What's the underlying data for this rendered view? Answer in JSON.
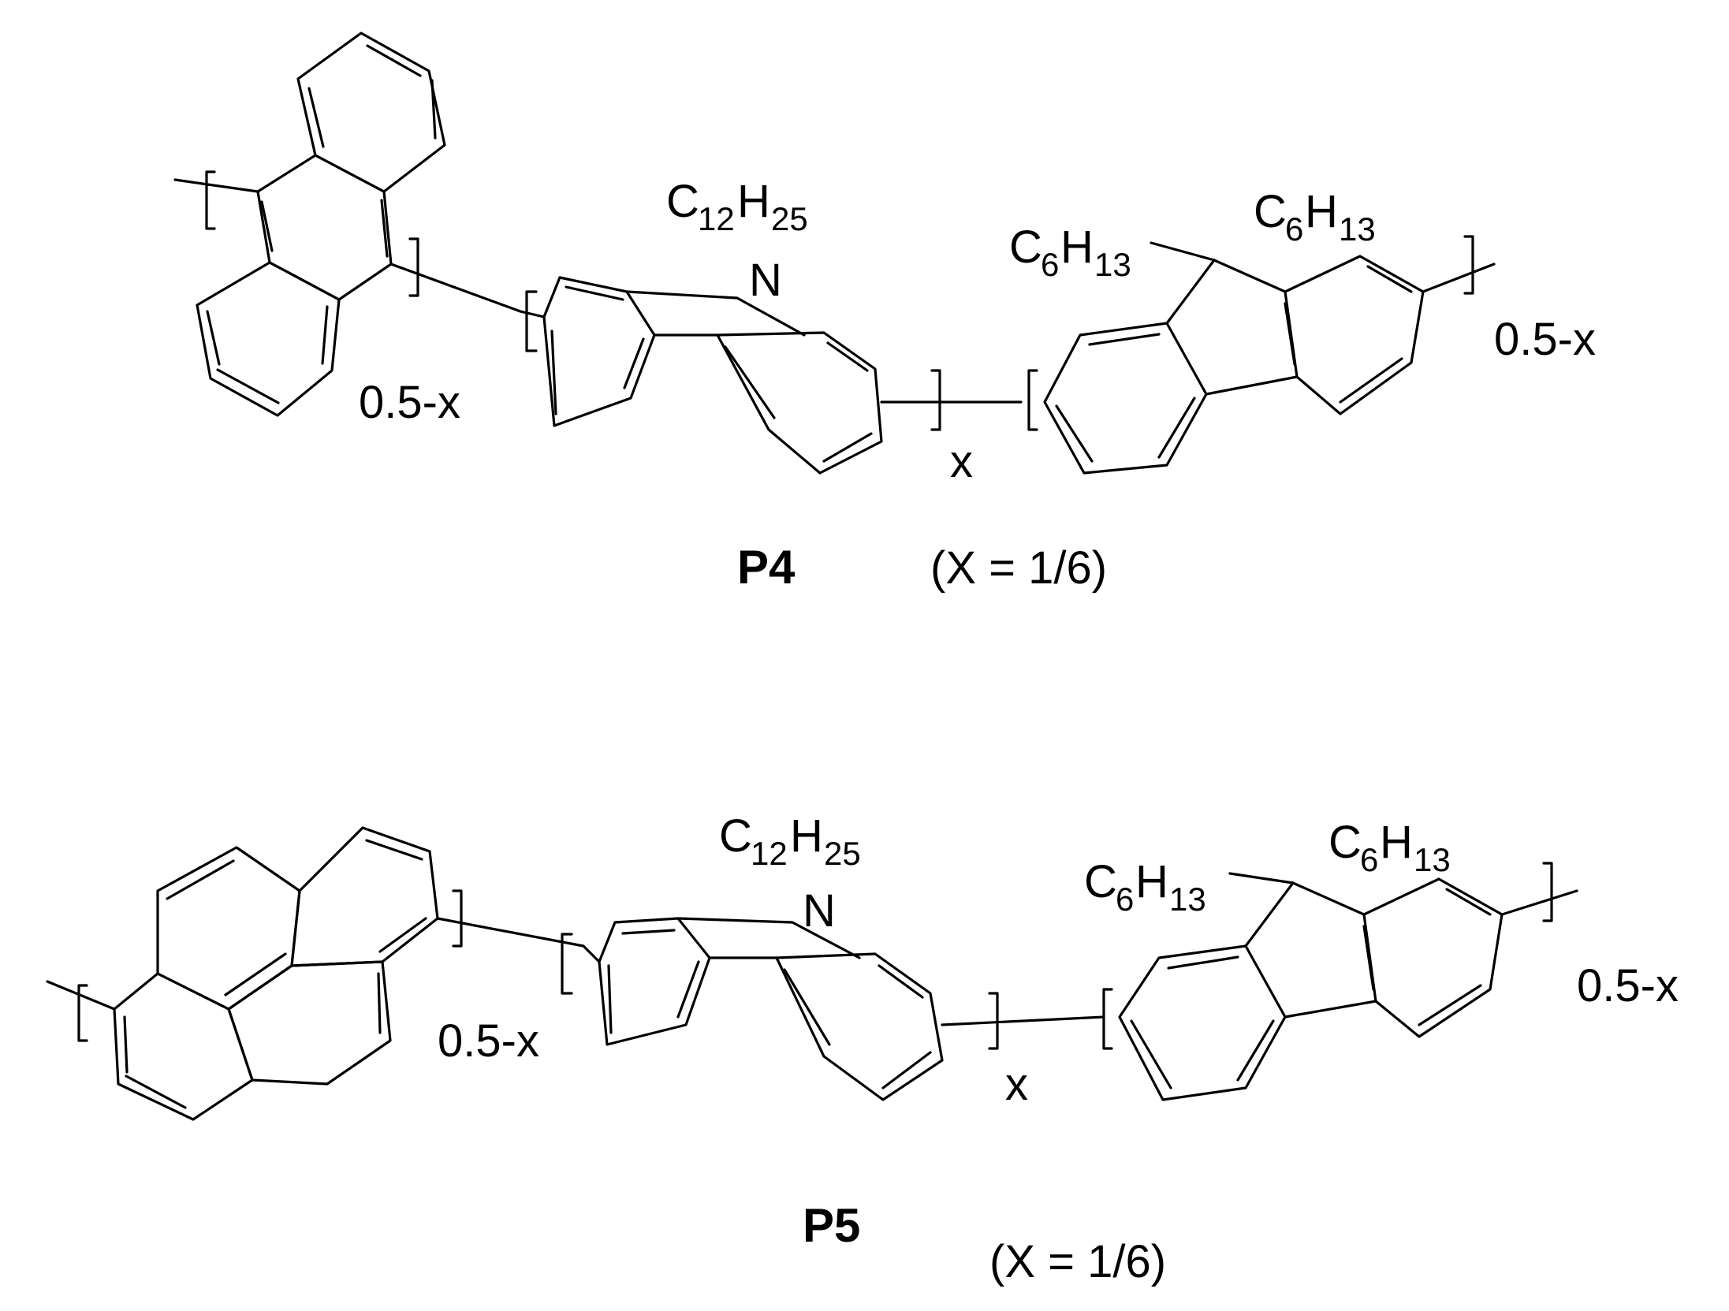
{
  "compounds": [
    {
      "label": "P4",
      "condition": "(X = 1/6)",
      "substituents": {
        "n_alkyl": {
          "C": "C",
          "c_count": "12",
          "H": "H",
          "h_count": "25"
        },
        "fluorene_left": {
          "C": "C",
          "c_count": "6",
          "H": "H",
          "h_count": "13"
        },
        "fluorene_right": {
          "C": "C",
          "c_count": "6",
          "H": "H",
          "h_count": "13"
        }
      },
      "heteroatom": "N",
      "subscripts": {
        "first": "0.5-x",
        "middle": "x",
        "last": "0.5-x"
      }
    },
    {
      "label": "P5",
      "condition": "(X = 1/6)",
      "substituents": {
        "n_alkyl": {
          "C": "C",
          "c_count": "12",
          "H": "H",
          "h_count": "25"
        },
        "fluorene_left": {
          "C": "C",
          "c_count": "6",
          "H": "H",
          "h_count": "13"
        },
        "fluorene_right": {
          "C": "C",
          "c_count": "6",
          "H": "H",
          "h_count": "13"
        }
      },
      "heteroatom": "N",
      "subscripts": {
        "first": "0.5-x",
        "middle": "x",
        "last": "0.5-x"
      }
    }
  ]
}
